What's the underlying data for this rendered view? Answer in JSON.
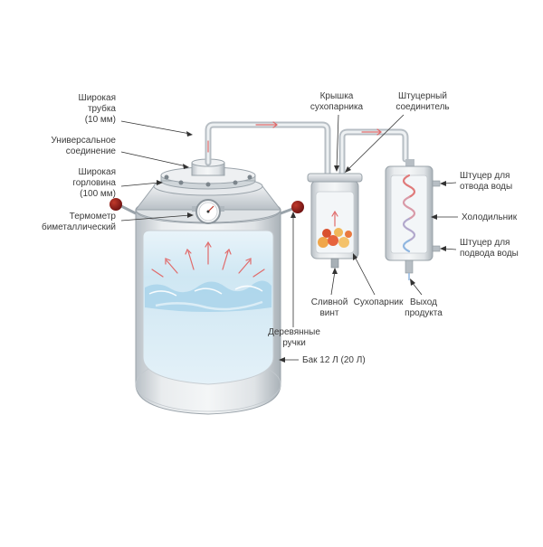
{
  "labels": {
    "wide_tube_1": "Широкая",
    "wide_tube_2": "трубка",
    "wide_tube_3": "(10 мм)",
    "universal_1": "Универсальное",
    "universal_2": "соединение",
    "wide_neck_1": "Широкая",
    "wide_neck_2": "горловина",
    "wide_neck_3": "(100 мм)",
    "thermo_1": "Термометр",
    "thermo_2": "биметаллический",
    "lid_1": "Крышка",
    "lid_2": "сухопарника",
    "fitting_1": "Штуцерный",
    "fitting_2": "соединитель",
    "water_out_1": "Штуцер для",
    "water_out_2": "отвода воды",
    "cooler": "Холодильник",
    "water_in_1": "Штуцер для",
    "water_in_2": "подвода воды",
    "drain_1": "Сливной",
    "drain_2": "винт",
    "dry_steamer": "Сухопарник",
    "product_1": "Выход",
    "product_2": "продукта",
    "handles_1": "Деревянные",
    "handles_2": "ручки",
    "tank": "Бак 12 Л (20 Л)"
  },
  "colors": {
    "steel": "#d7dce0",
    "steel_dark": "#a8b0b6",
    "handle": "#8b1a1a",
    "steam_arrow": "#e06a6a",
    "coil_hot": "#e07a7a",
    "coil_cool": "#8fb6e0",
    "water": "#bfe0ef"
  }
}
